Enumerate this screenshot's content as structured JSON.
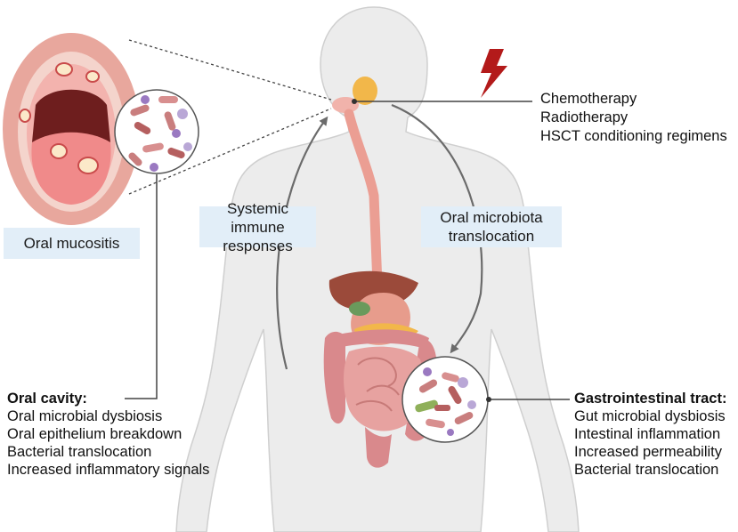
{
  "colors": {
    "body_fill": "#ececec",
    "body_outline": "#cfcfcf",
    "label_bg": "#e2eef8",
    "lightning": "#b31a1a",
    "esophagus": "#eb9e93",
    "liver": "#9b4a3a",
    "intestine": "#d9898c",
    "small_intestine": "#e7a2a0",
    "pancreas": "#f2b74a",
    "lips": "#e8a79d",
    "tongue": "#f08a8a",
    "throat": "#6e1e1e"
  },
  "labels": {
    "oral_mucositis": "Oral mucositis",
    "systemic_immune": "Systemic immune responses",
    "oral_microbiota": "Oral microbiota translocation"
  },
  "treatments": [
    "Chemotherapy",
    "Radiotherapy",
    "HSCT conditioning regimens"
  ],
  "oral_cavity": {
    "heading": "Oral cavity:",
    "items": [
      "Oral microbial dysbiosis",
      "Oral epithelium breakdown",
      "Bacterial translocation",
      "Increased inflammatory signals"
    ]
  },
  "gi_tract": {
    "heading": "Gastrointestinal tract:",
    "items": [
      "Gut microbial dysbiosis",
      "Intestinal inflammation",
      "Increased permeability",
      "Bacterial translocation"
    ]
  }
}
